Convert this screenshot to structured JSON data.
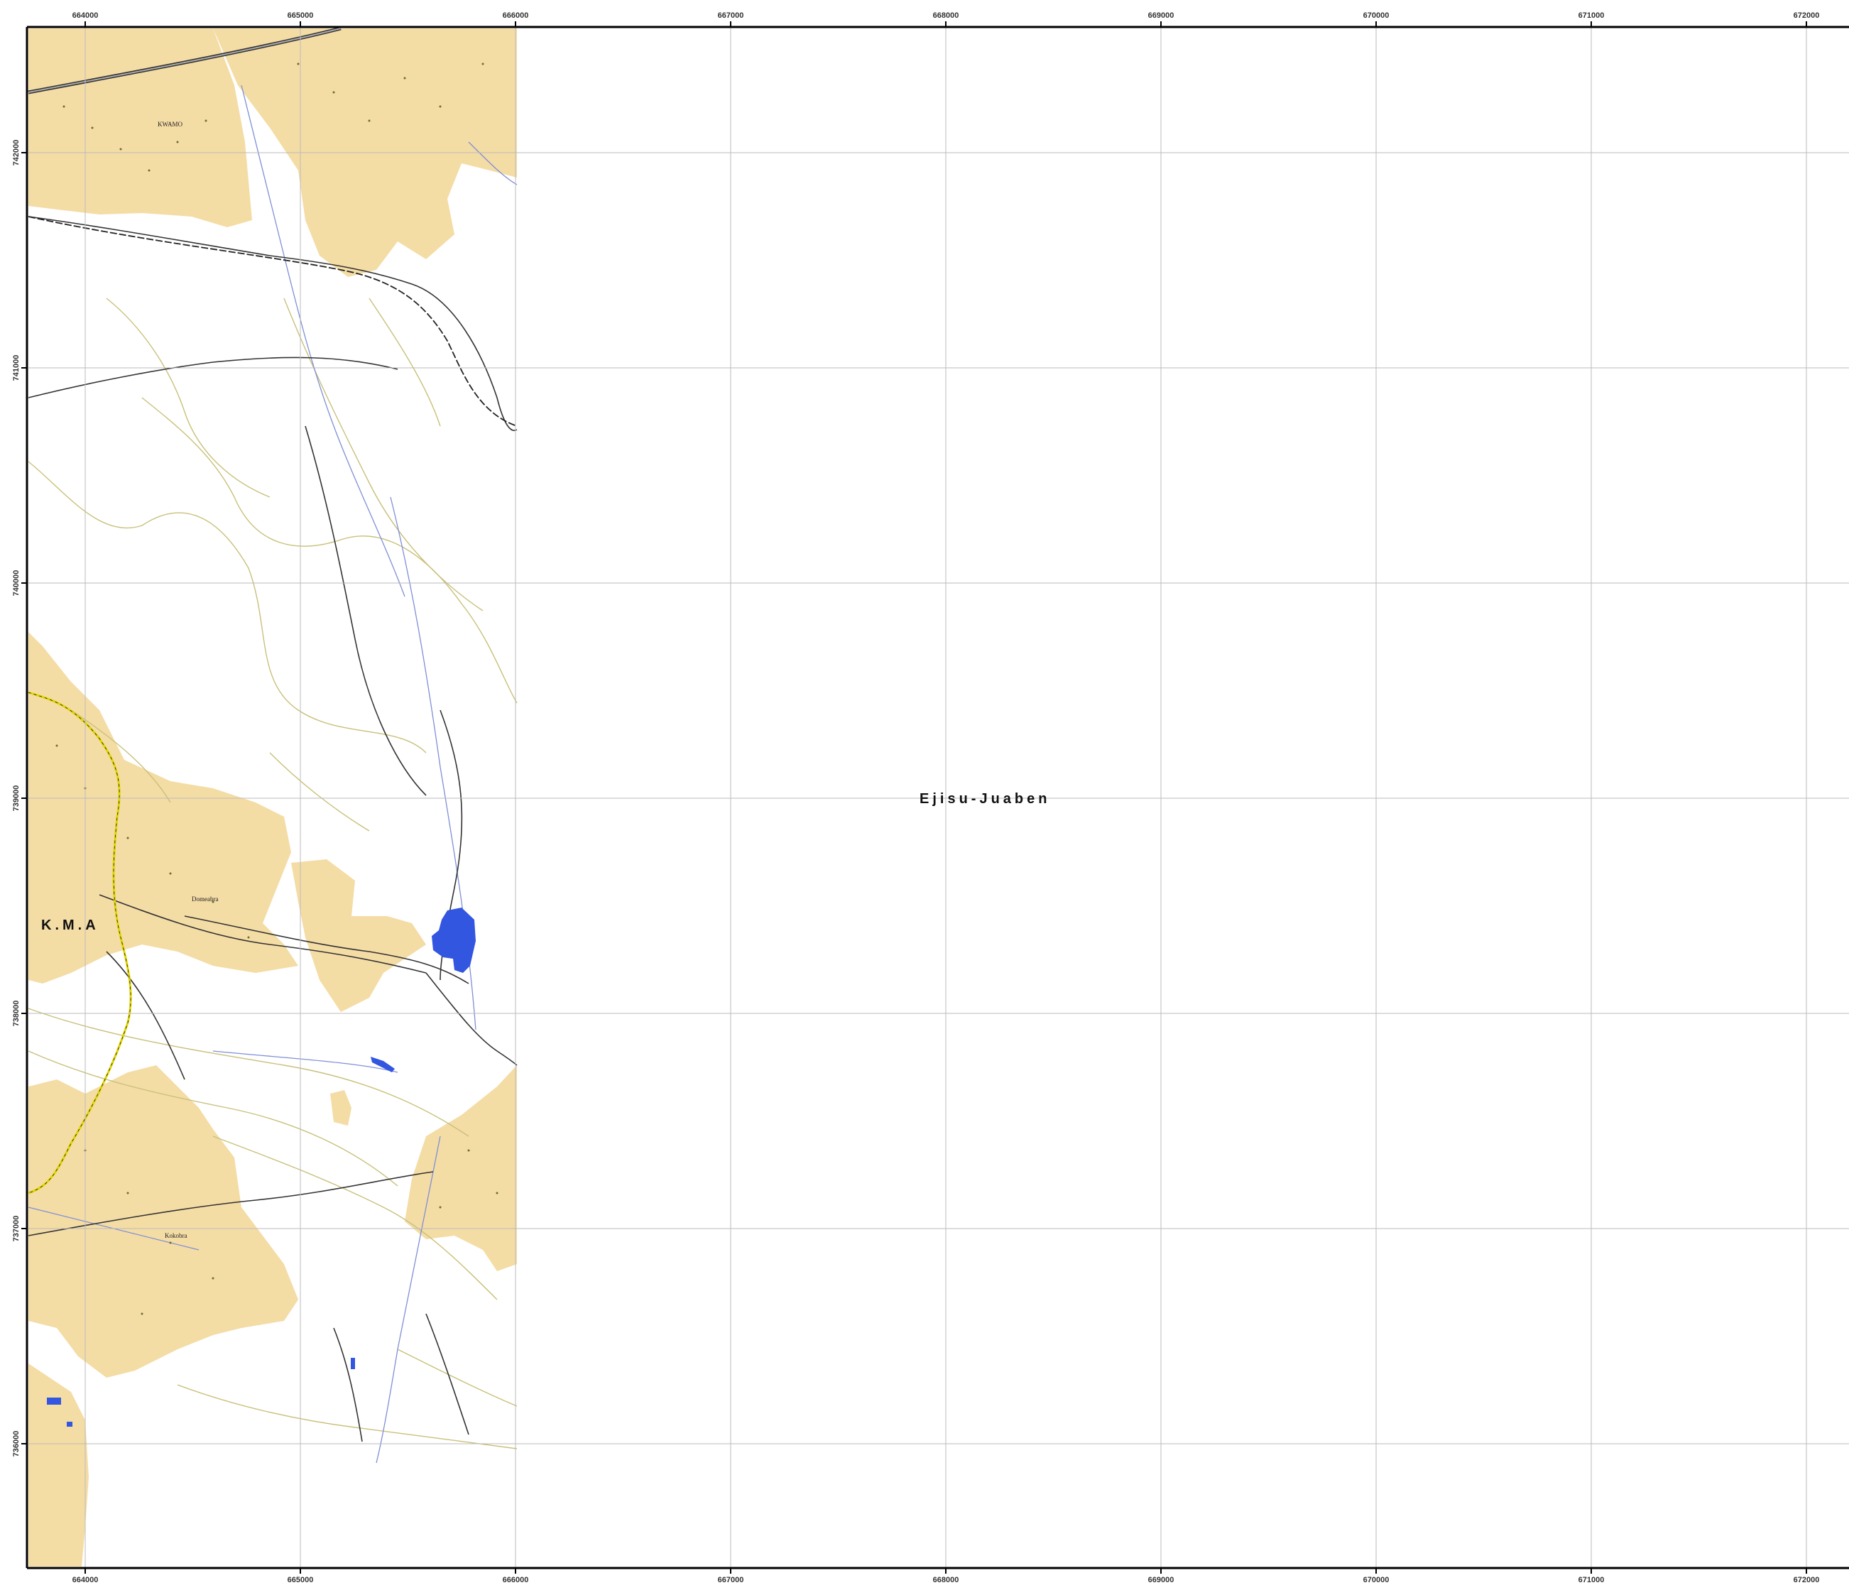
{
  "map": {
    "colors": {
      "background": "#ffffff",
      "settlement": "#f4dca5",
      "road": "#333333",
      "stream": "#7f8fd6",
      "contour": "#c9c07a",
      "boundary": "#e0d400",
      "water": "#3356e0",
      "grid": "#bbbbbb",
      "frame": "#000000"
    },
    "x_coords": [
      "664000",
      "665000",
      "666000",
      "667000",
      "668000",
      "669000",
      "670000",
      "671000",
      "672000"
    ],
    "y_coords": [
      "742000",
      "741000",
      "740000",
      "739000",
      "738000",
      "737000",
      "736000"
    ],
    "regions": {
      "ejisu": "Ejisu-Juaben",
      "kma": "K.M.A"
    },
    "places": {
      "kwamo": "KWAMO",
      "domeabra": "Domeabra",
      "kokobra": "Kokobra"
    }
  }
}
